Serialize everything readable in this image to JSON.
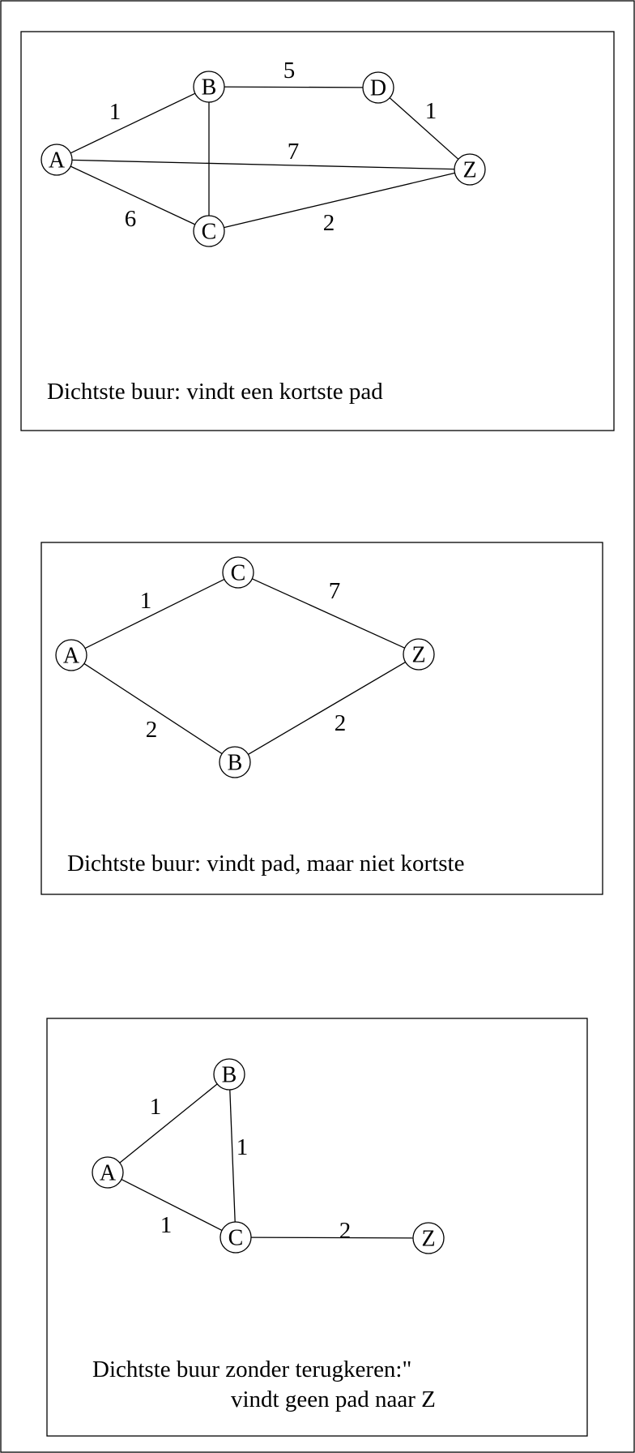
{
  "panels": [
    {
      "caption": [
        "Dichtste buur: vindt een kortste pad"
      ],
      "nodes": [
        "A",
        "B",
        "C",
        "D",
        "Z"
      ],
      "edges": [
        {
          "from": "A",
          "to": "B",
          "weight": "1"
        },
        {
          "from": "B",
          "to": "D",
          "weight": "5"
        },
        {
          "from": "D",
          "to": "Z",
          "weight": "1"
        },
        {
          "from": "A",
          "to": "Z",
          "weight": "7"
        },
        {
          "from": "A",
          "to": "C",
          "weight": "6"
        },
        {
          "from": "C",
          "to": "Z",
          "weight": "2"
        },
        {
          "from": "B",
          "to": "C",
          "weight": ""
        }
      ]
    },
    {
      "caption": [
        "Dichtste buur: vindt pad, maar niet kortste"
      ],
      "nodes": [
        "A",
        "B",
        "C",
        "Z"
      ],
      "edges": [
        {
          "from": "A",
          "to": "C",
          "weight": "1"
        },
        {
          "from": "C",
          "to": "Z",
          "weight": "7"
        },
        {
          "from": "A",
          "to": "B",
          "weight": "2"
        },
        {
          "from": "B",
          "to": "Z",
          "weight": "2"
        }
      ]
    },
    {
      "caption": [
        "Dichtste buur zonder terugkeren:\"",
        "vindt geen pad naar Z"
      ],
      "nodes": [
        "A",
        "B",
        "C",
        "Z"
      ],
      "edges": [
        {
          "from": "A",
          "to": "B",
          "weight": "1"
        },
        {
          "from": "B",
          "to": "C",
          "weight": "1"
        },
        {
          "from": "A",
          "to": "C",
          "weight": "1"
        },
        {
          "from": "C",
          "to": "Z",
          "weight": "2"
        }
      ]
    }
  ]
}
